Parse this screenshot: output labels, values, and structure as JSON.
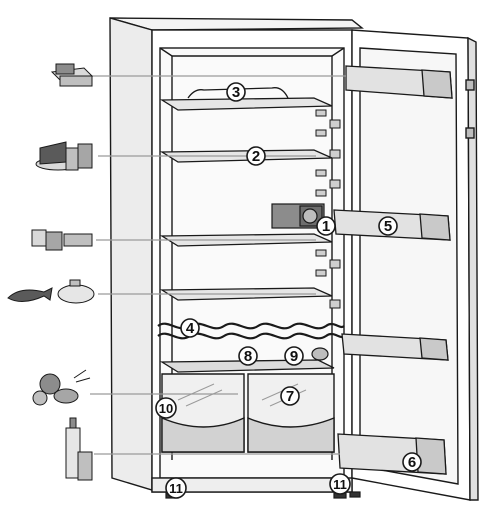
{
  "diagram": {
    "colors": {
      "outline": "#1a1a1a",
      "fill_light": "#f2f2f2",
      "fill_mid": "#d9d9d9",
      "fill_dark": "#8c8c8c",
      "leader": "#9a9a9a"
    },
    "callouts": [
      {
        "number": "3",
        "part": "shelf-top"
      },
      {
        "number": "2",
        "part": "shelf-upper"
      },
      {
        "number": "1",
        "part": "thermostat"
      },
      {
        "number": "5",
        "part": "door-bin-middle"
      },
      {
        "number": "4",
        "part": "bottle-rack"
      },
      {
        "number": "8",
        "part": "glass-shelf-crisper"
      },
      {
        "number": "9",
        "part": "drain-outlet"
      },
      {
        "number": "7",
        "part": "crisper-drawer-right"
      },
      {
        "number": "10",
        "part": "crisper-drawer-left"
      },
      {
        "number": "6",
        "part": "door-bin-bottom"
      },
      {
        "number": "11",
        "part": "foot-left"
      },
      {
        "number": "11",
        "part": "foot-right"
      }
    ],
    "food_icons": [
      {
        "name": "butter-cheese-icon"
      },
      {
        "name": "cake-cans-icon"
      },
      {
        "name": "jars-tin-icon"
      },
      {
        "name": "fish-pot-icon"
      },
      {
        "name": "vegetables-icon"
      },
      {
        "name": "bottles-icon"
      }
    ]
  }
}
